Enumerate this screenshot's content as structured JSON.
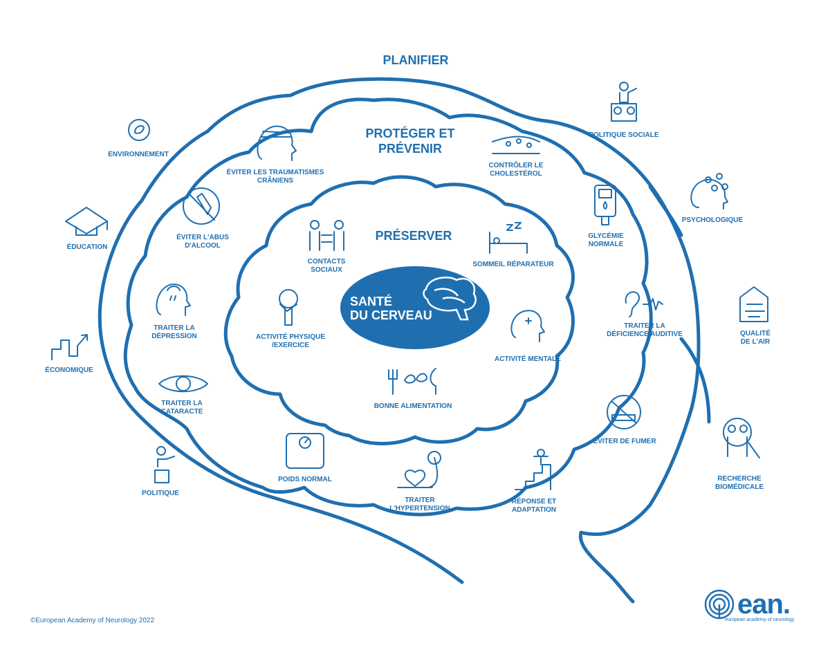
{
  "headings": {
    "outer": "PLANIFIER",
    "middle": "PROTÉGER ET\nPRÉVENIR",
    "inner": "PRÉSERVER",
    "center": "SANTÉ\nDU CERVEAU"
  },
  "outer_items": {
    "environnement": "ENVIRONNEMENT",
    "education": "ÉDUCATION",
    "economique": "ÉCONOMIQUE",
    "politique": "POLITIQUE",
    "politique_sociale": "POLITIQUE SOCIALE",
    "psychologique": "PSYCHOLOGIQUE",
    "qualite_air": "QUALITÉ\nDE L'AIR",
    "recherche": "RECHERCHE\nBIOMÉDICALE"
  },
  "middle_items": {
    "traumatismes": "ÉVITER LES TRAUMATISMES\nCRÂNIENS",
    "alcool": "ÉVITER L'ABUS\nD'ALCOOL",
    "depression": "TRAITER LA\nDÉPRESSION",
    "cataracte": "TRAITER LA\nCATARACTE",
    "poids": "POIDS NORMAL",
    "hypertension": "TRAITER\nL'HYPERTENSION",
    "reponse": "RÉPONSE ET\nADAPTATION",
    "fumer": "ÉVITER DE FUMER",
    "auditive": "TRAITER LA\nDÉFICIENCE AUDITIVE",
    "glycemie": "GLYCÉMIE\nNORMALE",
    "cholesterol": "CONTRÔLER LE\nCHOLESTÉROL"
  },
  "inner_items": {
    "contacts": "CONTACTS\nSOCIAUX",
    "sommeil": "SOMMEIL RÉPARATEUR",
    "activite_physique": "ACTIVITÉ PHYSIQUE\n/EXERCICE",
    "activite_mentale": "ACTIVITÉ MENTALE",
    "alimentation": "BONNE ALIMENTATION"
  },
  "footer": {
    "copyright": "©European Academy of Neurology 2022",
    "logo_text": "ean.",
    "logo_subtitle": "european academy of neurology"
  },
  "colors": {
    "primary": "#1f6fb0",
    "center_fill": "#1f6fb0",
    "background": "#ffffff"
  }
}
